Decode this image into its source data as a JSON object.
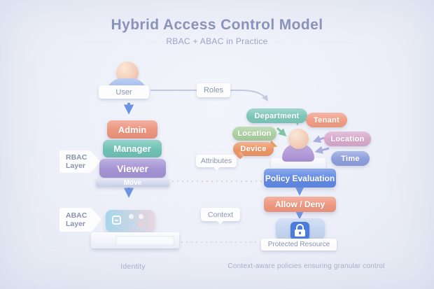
{
  "title": "Hybrid Access Control Model",
  "subtitle": "RBAC + ABAC in Practice",
  "left": {
    "user_label": "User",
    "roles_label": "Roles",
    "rbac_tag_line1": "RBAC",
    "rbac_tag_line2": "Layer",
    "abac_tag_line1": "ABAC",
    "abac_tag_line2": "Layer",
    "stack": [
      {
        "label": "Admin",
        "color": "#ec947e"
      },
      {
        "label": "Manager",
        "color": "#6fc1b5"
      },
      {
        "label": "Viewer",
        "color": "#a493d4"
      }
    ],
    "base_label": "Move",
    "caption": "Identity"
  },
  "middle": {
    "attributes_label": "Attributes",
    "context_label": "Context"
  },
  "right": {
    "attribute_pills": [
      {
        "label": "Department",
        "color": "#7ec6ba"
      },
      {
        "label": "Tenant",
        "color": "#f09c85"
      },
      {
        "label": "Location",
        "color": "#aacfa0"
      },
      {
        "label": "Location",
        "color": "#d7a8cb"
      },
      {
        "label": "Device",
        "color": "#eb9566"
      },
      {
        "label": "Time",
        "color": "#8e9edc"
      }
    ],
    "policy_label": "Policy Evaluation",
    "policy_color": "#6089e3",
    "decision_label": "Allow / Deny",
    "decision_color": "#ee9780",
    "lock_box_color": "#c4d4f0",
    "lock_color": "#4a7cdd",
    "resource_label": "Protected Resource",
    "caption": "Context-aware policies ensuring granular control"
  },
  "abac_chip_gradient": [
    "#a6d5eb",
    "#e7d6df"
  ],
  "icons": {
    "user_figure": "person",
    "subject_figure": "person",
    "lock": "padlock",
    "abac_chip": "attribute-chip-with-dots"
  }
}
